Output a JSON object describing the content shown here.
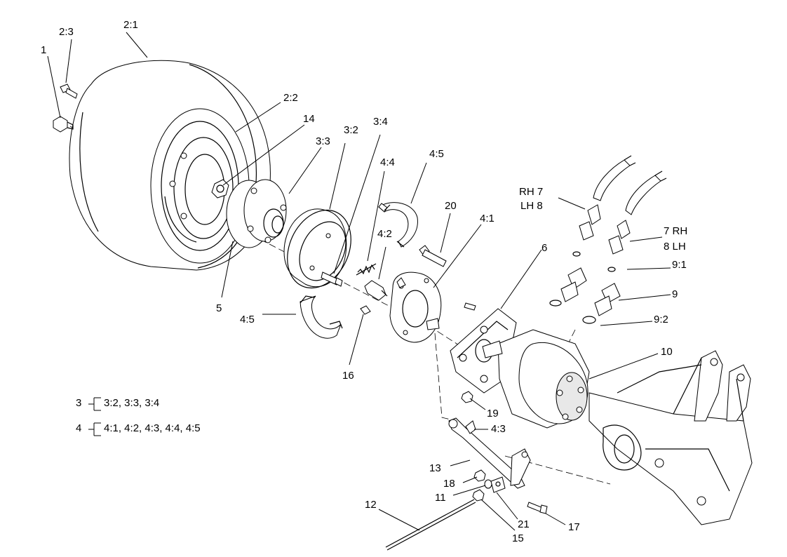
{
  "labels": {
    "l1": "1",
    "l2_3": "2:3",
    "l2_1": "2:1",
    "l2_2": "2:2",
    "l14": "14",
    "l3_3": "3:3",
    "l3_2": "3:2",
    "l3_4": "3:4",
    "l4_4": "4:4",
    "l4_5_top": "4:5",
    "l20": "20",
    "l4_1": "4:1",
    "l4_2": "4:2",
    "l5": "5",
    "l4_5_bottom": "4:5",
    "l16": "16",
    "lrh7": "RH 7",
    "llh8": "LH 8",
    "l7rh": "7 RH",
    "l8lh": "8 LH",
    "l6": "6",
    "l9_1": "9:1",
    "l9": "9",
    "l9_2": "9:2",
    "l10": "10",
    "l19": "19",
    "l4_3": "4:3",
    "l13": "13",
    "l18": "18",
    "l11": "11",
    "l12": "12",
    "l21": "21",
    "l17": "17",
    "l15": "15"
  },
  "legend": {
    "row3_num": "3",
    "row3_items": "3:2, 3:3, 3:4",
    "row4_num": "4",
    "row4_items": "4:1, 4:2, 4:3, 4:4, 4:5"
  }
}
